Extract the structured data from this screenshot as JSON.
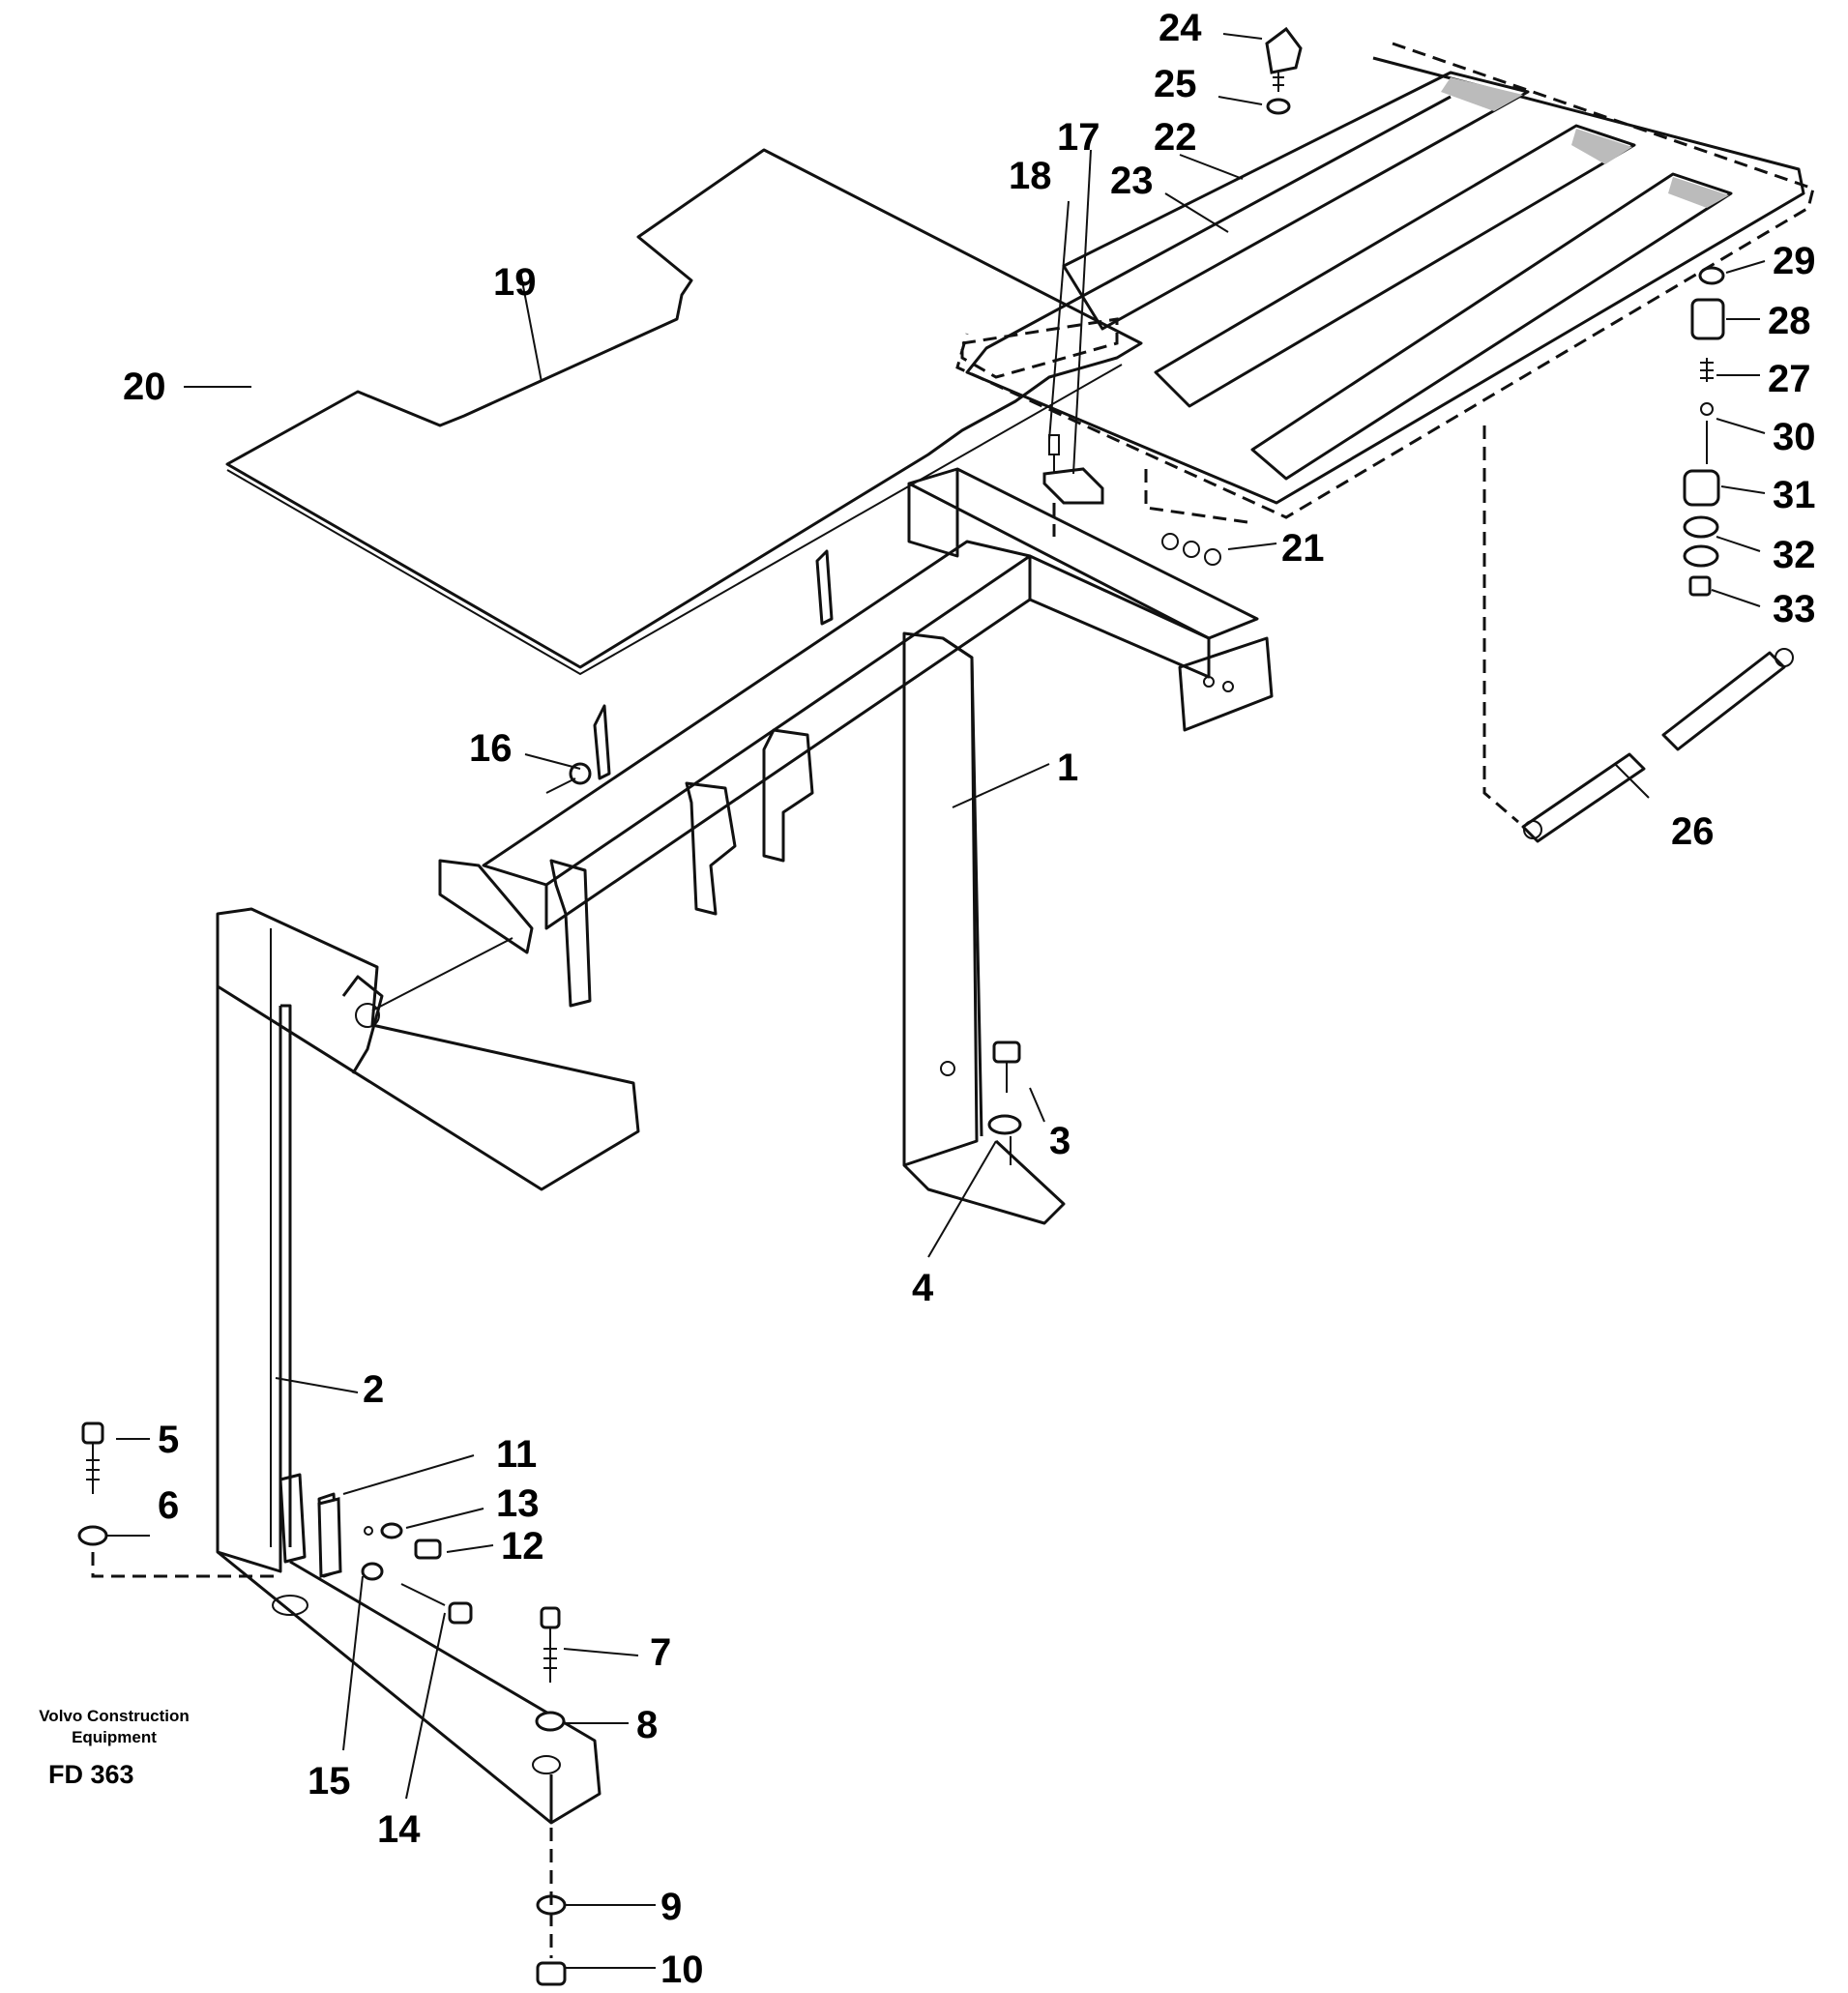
{
  "parts": {
    "p1": "1",
    "p2": "2",
    "p3": "3",
    "p4": "4",
    "p5": "5",
    "p6": "6",
    "p7": "7",
    "p8": "8",
    "p9": "9",
    "p10": "10",
    "p11": "11",
    "p12": "12",
    "p13": "13",
    "p14": "14",
    "p15": "15",
    "p16": "16",
    "p17": "17",
    "p18": "18",
    "p19": "19",
    "p20": "20",
    "p21": "21",
    "p22": "22",
    "p23": "23",
    "p24": "24",
    "p25": "25",
    "p26": "26",
    "p27": "27",
    "p28": "28",
    "p29": "29",
    "p30": "30",
    "p31": "31",
    "p32": "32",
    "p33": "33"
  },
  "caption": {
    "company_line1": "Volvo Construction",
    "company_line2": "Equipment",
    "code": "FD 363"
  }
}
